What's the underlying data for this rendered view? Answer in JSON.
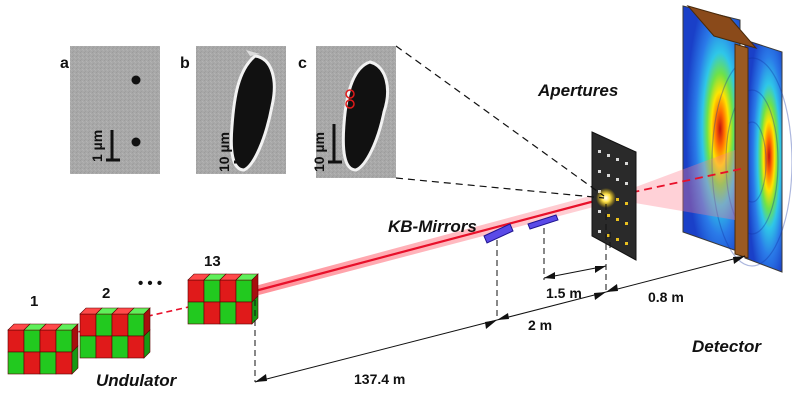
{
  "panels": [
    {
      "letter": "a",
      "scale": "1 µm"
    },
    {
      "letter": "b",
      "scale": "10 µm"
    },
    {
      "letter": "c",
      "scale": "10 µm"
    }
  ],
  "labels": {
    "apertures": "Apertures",
    "kb_mirrors": "KB-Mirrors",
    "detector": "Detector",
    "undulator": "Undulator"
  },
  "undulator_sections": [
    "1",
    "2",
    "13"
  ],
  "ellipsis": "• • •",
  "distances": {
    "undulator_to_kb": "137.4 m",
    "kb_span": "2 m",
    "mirror_to_aperture": "1.5 m",
    "aperture_to_detector": "0.8 m"
  },
  "colors": {
    "magnet_red": "#e01a1a",
    "magnet_green": "#22c91f",
    "beam": "#e8102a",
    "mirror": "#4a3fd8",
    "frame": "#8a4a1a",
    "panel_gray": "#a9a9a9"
  }
}
